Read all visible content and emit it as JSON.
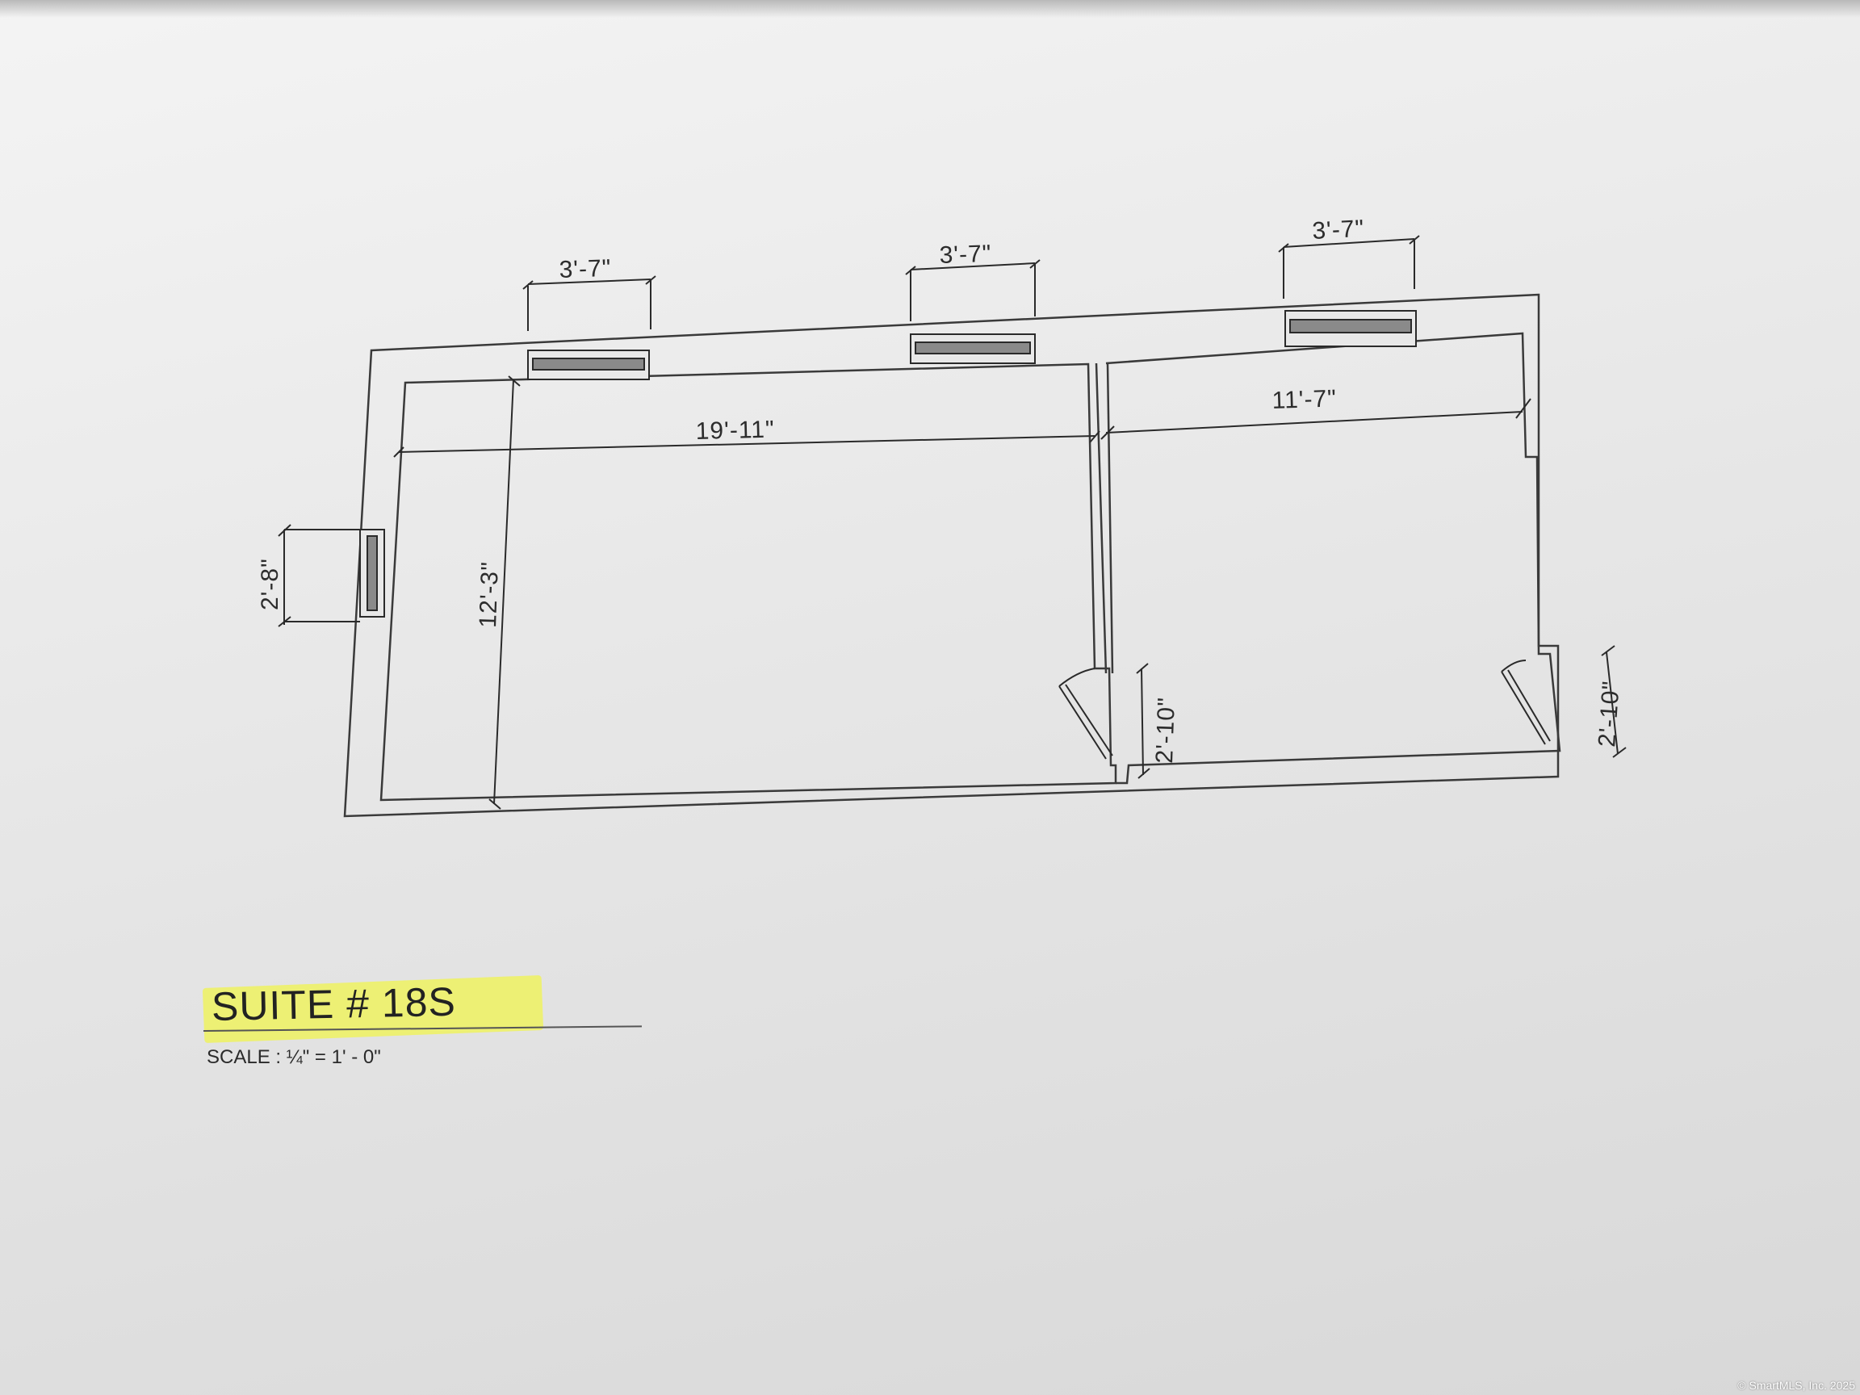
{
  "plan": {
    "title": "SUITE # 18S",
    "scale": "SCALE : ¼\" = 1' - 0\"",
    "dimensions": {
      "window_top_left": "3'-7\"",
      "window_top_middle": "3'-7\"",
      "window_top_right": "3'-7\"",
      "room_left_width": "19'-11\"",
      "room_right_width": "11'-7\"",
      "room_depth": "12'-3\"",
      "window_side": "2'-8\"",
      "door_left": "2'-10\"",
      "door_right": "2'-10\""
    },
    "highlight_color": "#eef16a",
    "line_color": "#3a3a3a"
  },
  "watermark": "© SmartMLS, Inc. 2025"
}
